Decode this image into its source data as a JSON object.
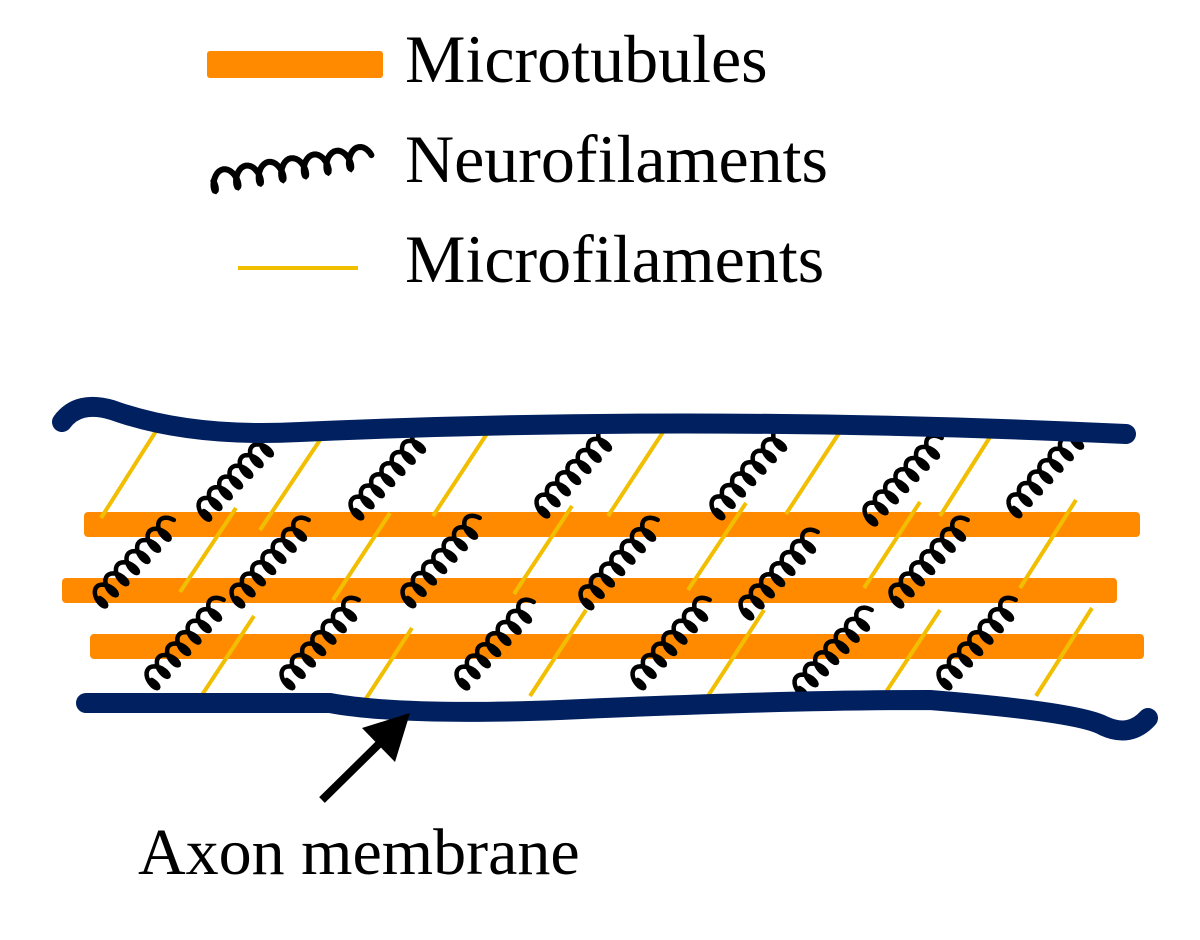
{
  "legend": {
    "items": [
      {
        "id": "microtubules",
        "label": "Microtubules",
        "symbol": "orange-bar"
      },
      {
        "id": "neurofilaments",
        "label": "Neurofilaments",
        "symbol": "black-coil"
      },
      {
        "id": "microfilaments",
        "label": "Microfilaments",
        "symbol": "yellow-line"
      }
    ]
  },
  "annotation": {
    "label": "Axon membrane"
  },
  "colors": {
    "microtubule": "#FF8A00",
    "neurofilament": "#000000",
    "microfilament": "#F2BE00",
    "membrane": "#002060",
    "text": "#000000"
  }
}
